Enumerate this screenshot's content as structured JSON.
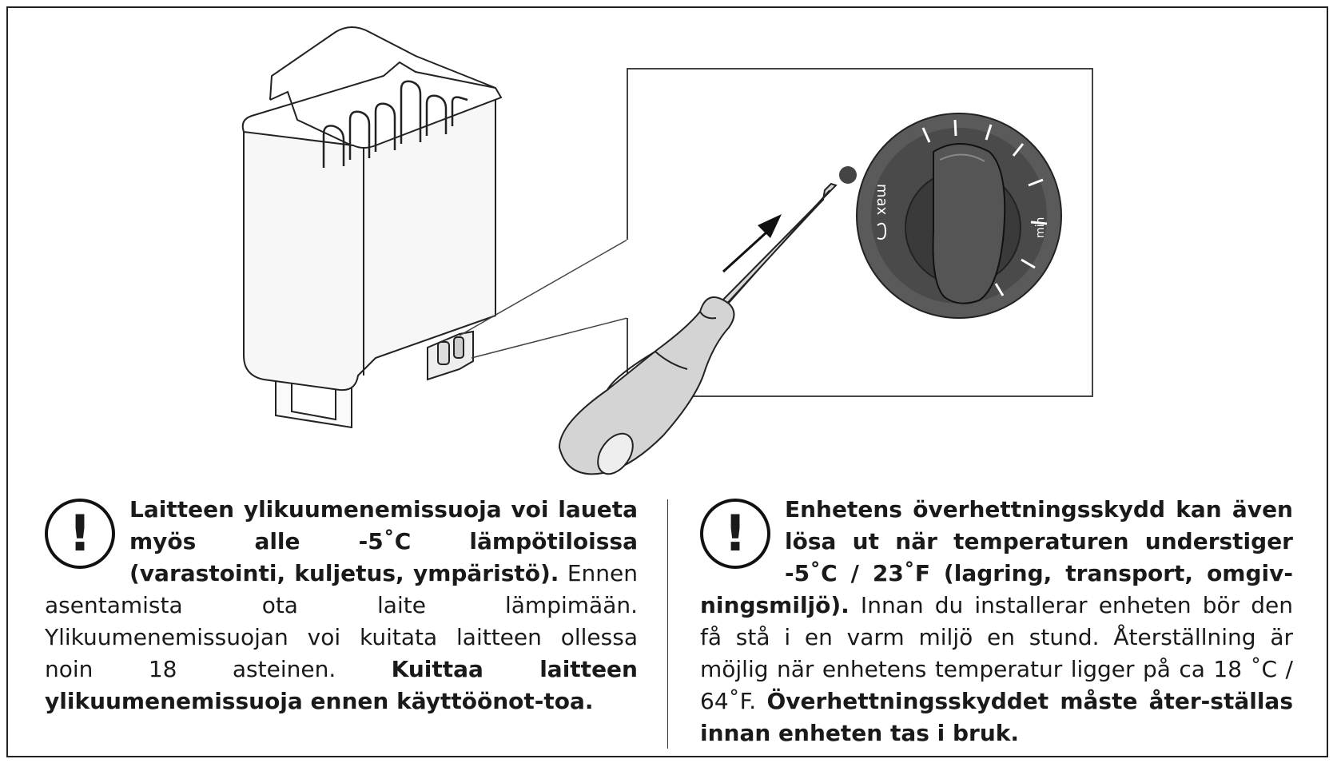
{
  "dial": {
    "max_label": "max",
    "min_label": "min"
  },
  "finnish": {
    "warning_icon": "!",
    "bold_intro": "Laitteen ylikuumenemissuoja voi laueta myös alle -5˚C lämpötiloissa (varastointi, kuljetus, ympäristö).",
    "body": " Ennen asentamista ota laite lämpimään. Ylikuumenemissuojan voi kuitata laitteen ollessa noin 18 asteinen. ",
    "bold_outro": "Kuittaa laitteen ylikuumenemissuoja ennen käyttöönot-toa."
  },
  "swedish": {
    "warning_icon": "!",
    "bold_intro": "Enhetens överhettningsskydd kan även lösa ut när temperaturen understiger -5˚C / 23˚F (lagring, transport, omgiv-ningsmiljö).",
    "body": " Innan du installerar enheten bör den få stå i en varm miljö en stund. Återställning är möjlig när enhetens temperatur ligger på ca 18 ˚C / 64˚F. ",
    "bold_outro": "Överhettningsskyddet måste åter-ställas innan enheten tas i bruk."
  },
  "icons": {
    "warning": "exclamation-circle-icon",
    "heater": "sauna-heater-icon",
    "screwdriver": "screwdriver-icon",
    "arrow": "arrow-up-right-icon",
    "knob": "thermostat-knob-icon"
  }
}
